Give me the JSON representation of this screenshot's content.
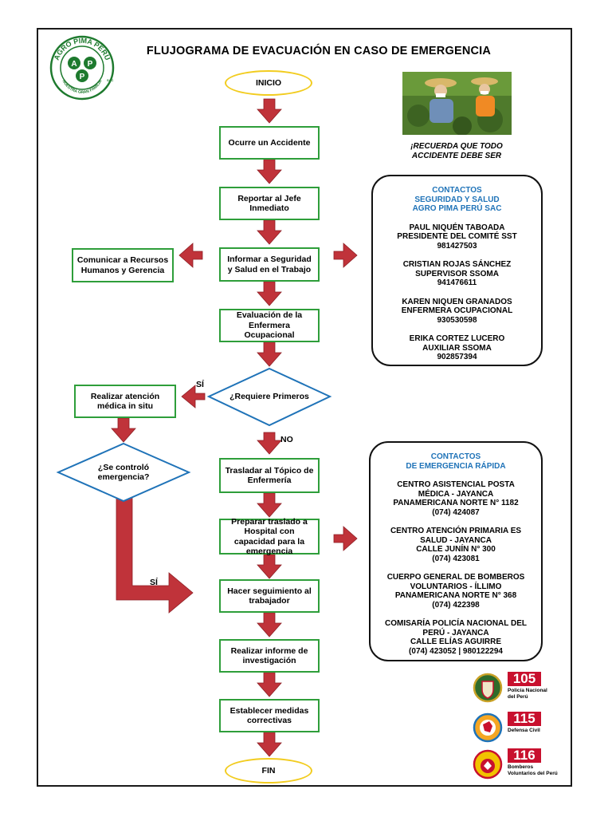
{
  "title": "FLUJOGRAMA DE EVACUACIÓN EN CASO DE EMERGENCIA",
  "logo": {
    "top_text": "AGRO PIMA PERÚ",
    "bottom_text": "NUESTRA GRAN FAMILIA",
    "letters": [
      "A",
      "P",
      "P"
    ],
    "mark": "SAC"
  },
  "flow": {
    "start": "INICIO",
    "step1": "Ocurre un Accidente",
    "step2": "Reportar al Jefe Inmediato",
    "step3": "Informar a Seguridad y Salud en el Trabajo",
    "side_left": "Comunicar a Recursos Humanos y Gerencia",
    "step4": "Evaluación de la Enfermera Ocupacional",
    "decision1": "¿Requiere Primeros",
    "yes1": "SÍ",
    "no1": "NO",
    "onsite": "Realizar atención médica in situ",
    "decision2": "¿Se controló emergencia?",
    "yes2": "SÍ",
    "step5": "Trasladar al Tópico de Enfermería",
    "step6": "Preparar traslado a Hospital con capacidad para la emergencia",
    "step7": "Hacer seguimiento al trabajador",
    "step8": "Realizar informe de investigación",
    "step9": "Establecer medidas correctivas",
    "end": "FIN"
  },
  "reminder": "¡RECUERDA QUE TODO ACCIDENTE DEBE SER",
  "contacts_sst": {
    "heading": [
      "CONTACTOS",
      "SEGURIDAD Y SALUD",
      "AGRO PIMA PERÚ SAC"
    ],
    "people": [
      {
        "lines": [
          "PAUL NIQUÉN TABOADA",
          "PRESIDENTE DEL COMITÉ SST",
          "981427503"
        ]
      },
      {
        "lines": [
          "CRISTIAN ROJAS SÁNCHEZ",
          "SUPERVISOR SSOMA",
          "941476611"
        ]
      },
      {
        "lines": [
          "KAREN NIQUEN GRANADOS",
          "ENFERMERA OCUPACIONAL",
          "930530598"
        ]
      },
      {
        "lines": [
          "ERIKA CORTEZ LUCERO",
          "AUXILIAR SSOMA",
          "902857394"
        ]
      }
    ]
  },
  "contacts_emergency": {
    "heading": [
      "CONTACTOS",
      "DE EMERGENCIA RÁPIDA"
    ],
    "places": [
      {
        "lines": [
          "CENTRO ASISTENCIAL POSTA",
          "MÉDICA - JAYANCA",
          "PANAMERICANA NORTE N° 1182",
          "(074) 424087"
        ]
      },
      {
        "lines": [
          "CENTRO ATENCIÓN PRIMARIA ES",
          "SALUD - JAYANCA",
          "CALLE JUNÍN N° 300",
          "(074) 423081"
        ]
      },
      {
        "lines": [
          "CUERPO GENERAL DE BOMBEROS",
          "VOLUNTARIOS - ÍLLIMO",
          "PANAMERICANA NORTE N° 368",
          "(074) 422398"
        ]
      },
      {
        "lines": [
          "COMISARÍA POLICÍA NACIONAL DEL",
          "PERÚ - JAYANCA",
          "CALLE ELÍAS AGUIRRE",
          "(074) 423052 | 980122294"
        ]
      }
    ]
  },
  "emergency_numbers": [
    {
      "number": "105",
      "name": [
        "Policía Nacional",
        "del Perú"
      ]
    },
    {
      "number": "115",
      "name": [
        "Defensa Civil"
      ]
    },
    {
      "number": "116",
      "name": [
        "Bomberos",
        "Voluntarios del Perú"
      ]
    }
  ],
  "colors": {
    "box_border": "#2e9e3a",
    "oval_border": "#f2cc1f",
    "diamond_border": "#1f73b8",
    "arrow": "#c0333a",
    "heading_blue": "#1f73b8",
    "emergency_red": "#c8102e"
  }
}
